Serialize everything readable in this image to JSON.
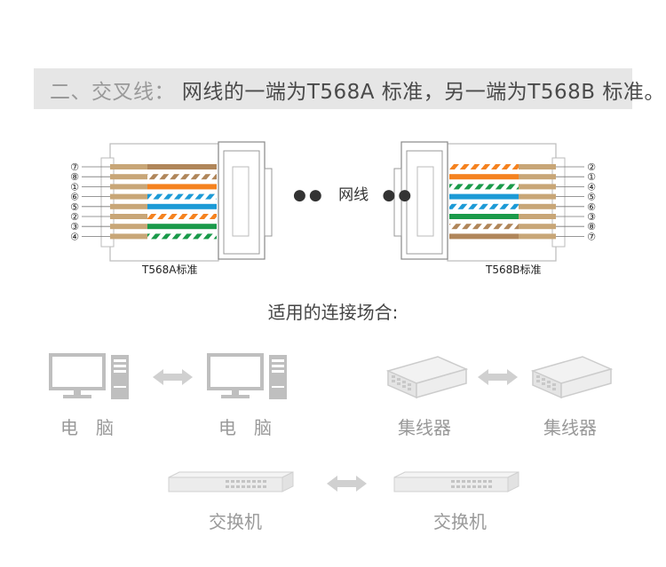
{
  "header": {
    "prefix": "二、交叉线：",
    "description": "网线的一端为T568A 标准，另一端为T568B 标准。"
  },
  "connector_a": {
    "caption": "T568A标准",
    "pins": [
      "⑦",
      "⑧",
      "①",
      "⑥",
      "⑤",
      "②",
      "③",
      "④"
    ],
    "wires": [
      {
        "color": "#b0865a",
        "stripe": false
      },
      {
        "color": "#b0865a",
        "stripe": true
      },
      {
        "color": "#f5821f",
        "stripe": false
      },
      {
        "color": "#1c9ad6",
        "stripe": true
      },
      {
        "color": "#1c9ad6",
        "stripe": false
      },
      {
        "color": "#f5821f",
        "stripe": true
      },
      {
        "color": "#1a9a4a",
        "stripe": false
      },
      {
        "color": "#1a9a4a",
        "stripe": true
      }
    ]
  },
  "connector_b": {
    "caption": "T568B标准",
    "pins": [
      "②",
      "①",
      "④",
      "⑤",
      "⑥",
      "③",
      "⑧",
      "⑦"
    ],
    "wires": [
      {
        "color": "#f5821f",
        "stripe": true
      },
      {
        "color": "#f5821f",
        "stripe": false
      },
      {
        "color": "#1a9a4a",
        "stripe": true
      },
      {
        "color": "#1c9ad6",
        "stripe": false
      },
      {
        "color": "#1c9ad6",
        "stripe": true
      },
      {
        "color": "#1a9a4a",
        "stripe": false
      },
      {
        "color": "#b0865a",
        "stripe": true
      },
      {
        "color": "#b0865a",
        "stripe": false
      }
    ]
  },
  "cable_label": "网线",
  "usage": {
    "title": "适用的连接场合:",
    "pairs": [
      {
        "left": "电　脑",
        "right": "电　脑",
        "type": "computer"
      },
      {
        "left": "集线器",
        "right": "集线器",
        "type": "hub"
      },
      {
        "left": "交换机",
        "right": "交换机",
        "type": "switch"
      }
    ]
  },
  "colors": {
    "banner_bg": "#e6e6e6",
    "icon_gray": "#bfbfbf",
    "label_gray": "#999999",
    "copper": "#c8a677"
  }
}
